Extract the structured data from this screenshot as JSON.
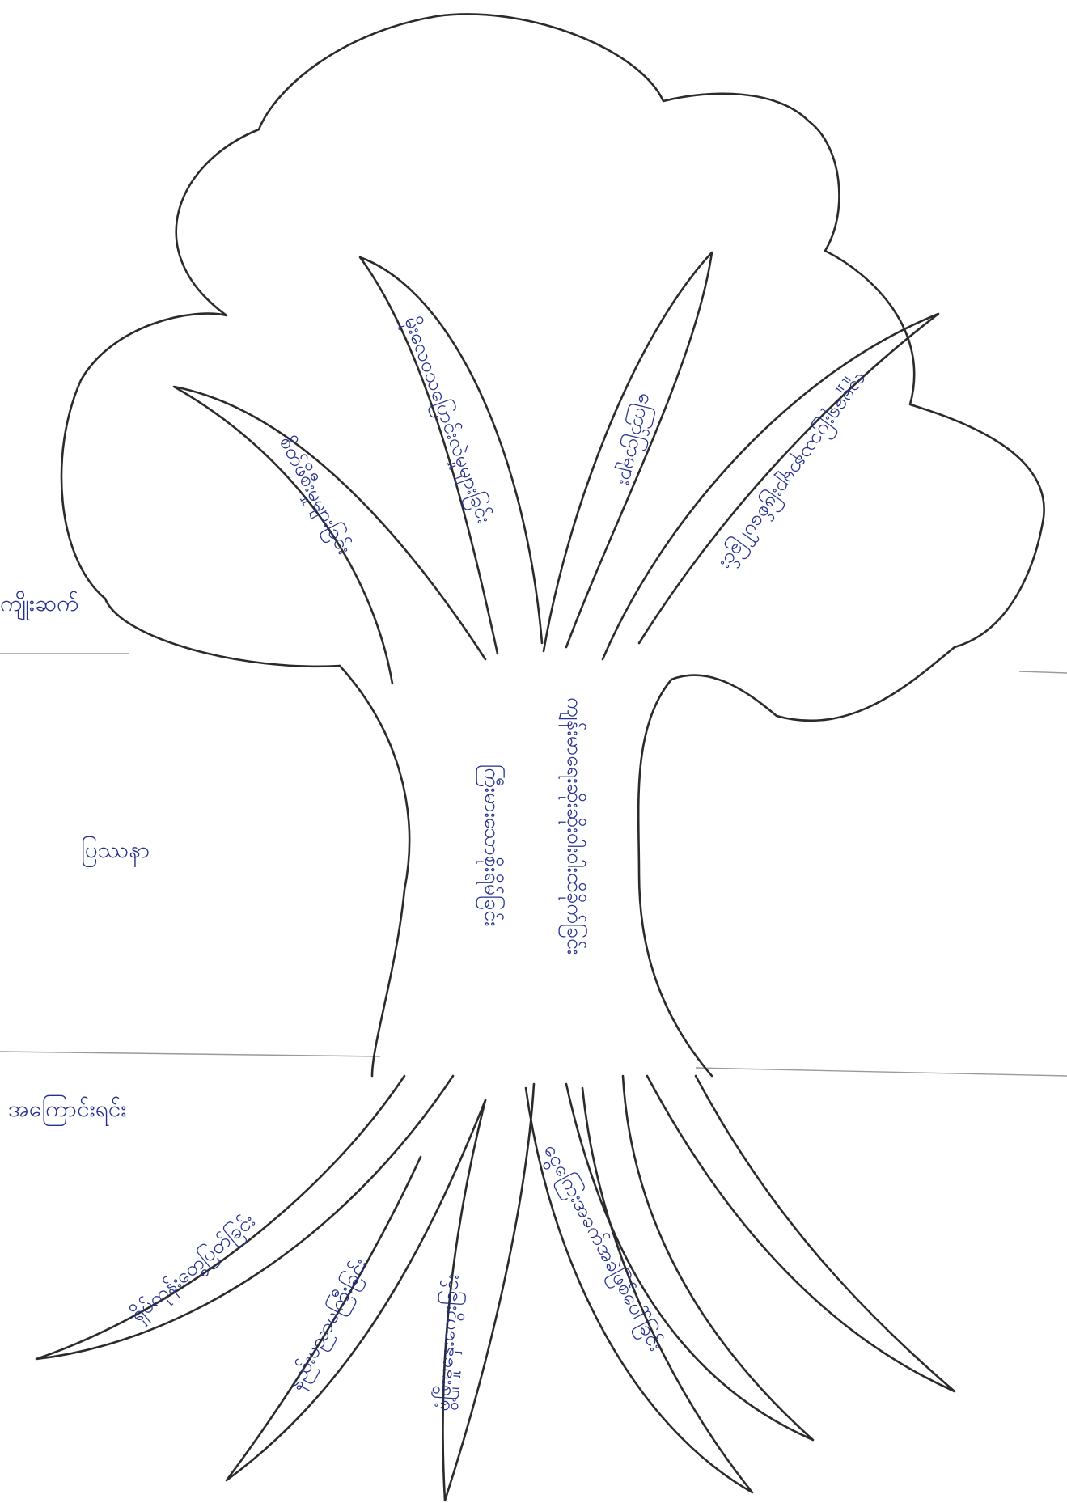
{
  "side_labels": {
    "crown": "ကျိုးဆက်",
    "trunk": "ပြဿနာ",
    "roots": "အကြောင်းရင်း"
  },
  "trunk_text": {
    "left": "ကြီးမားသောစိုးရိမ်ခြင်း",
    "right": "ကျန်းမာရေးဆိုးဆိုးဝါးဝါးထိခိုက်ခြင်း"
  },
  "branches": [
    {
      "id": "branch-1",
      "text": "စိတ်ဖိစီးမှုများခြင်း"
    },
    {
      "id": "branch-2",
      "text": "မိုးလေဝသပြောင်းလဲမှုများခြင်း"
    },
    {
      "id": "branch-3",
      "text": "ကြော်ငြာများ"
    },
    {
      "id": "branch-4",
      "text": "လူမှုရေးပြဿနာများဖြစ်ပေါ်ခြင်း"
    }
  ],
  "roots": [
    {
      "id": "root-1",
      "text": "ရှိပ်ကုန်းတွေပြတ်ခြင်း"
    },
    {
      "id": "root-2",
      "text": "နည်းပညာမကြီးခြင်း"
    },
    {
      "id": "root-3",
      "text": "ဖွံ့ဖြိုးမှုနှေးကွေးခြင်း"
    },
    {
      "id": "root-4",
      "text": "ငွေကြေးအခက်အခဲဖြစ်ပေါ်ခြင်း"
    }
  ]
}
